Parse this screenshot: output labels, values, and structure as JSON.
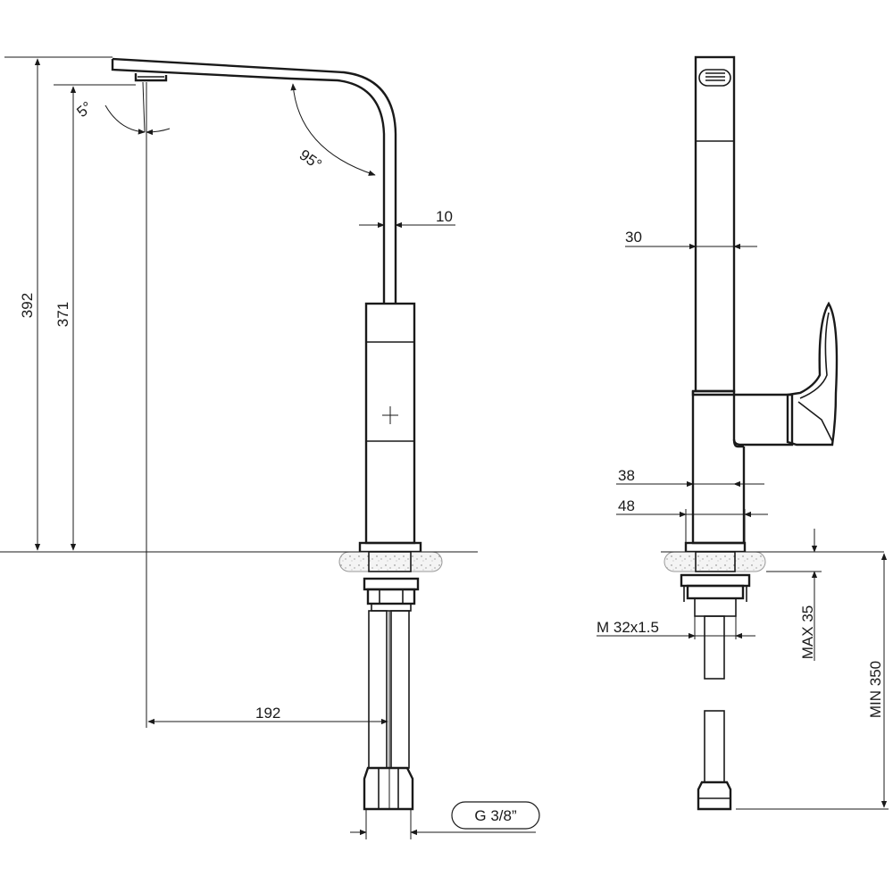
{
  "dimensions": {
    "total_height": "392",
    "spout_height": "371",
    "spout_tilt": "5°",
    "spout_angle": "95°",
    "spout_width": "10",
    "spout_reach": "192",
    "connection_thread": "G 3/8”",
    "body_width": "30",
    "base_width_inner": "38",
    "base_width_outer": "48",
    "mounting_thread": "M 32x1.5",
    "max_deck_thickness": "MAX 35",
    "min_hose_length": "MIN 350"
  },
  "colors": {
    "line": "#1a1a1a",
    "background": "#ffffff"
  }
}
